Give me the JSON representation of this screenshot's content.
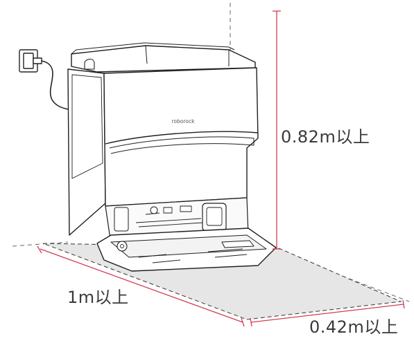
{
  "brand": {
    "logo_text": "roborock"
  },
  "dimensions": {
    "height_clearance": "0.82m以上",
    "front_clearance": "1m以上",
    "side_clearance": "0.42m以上"
  },
  "colors": {
    "dimension_line": "#d43a54",
    "floor_shade": "#e6e6e6",
    "outline": "#1e1e1e",
    "wall_dash": "#555555"
  }
}
